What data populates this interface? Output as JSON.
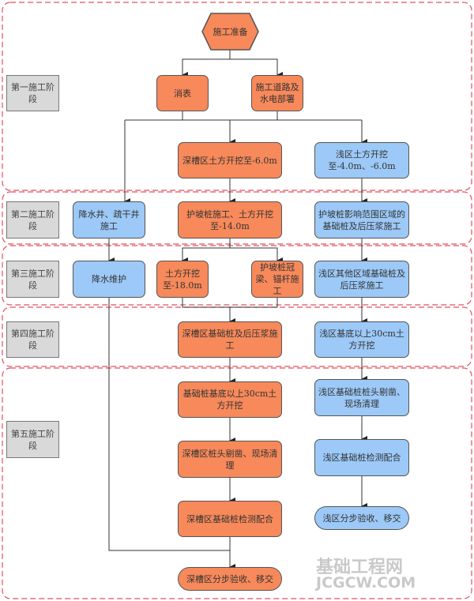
{
  "phases": [
    "第一施工阶段",
    "第二施工阶段",
    "第三施工阶段",
    "第四施工阶段",
    "第五施工阶段"
  ],
  "start": "施工准备",
  "nodes": {
    "qingbiao": "消表",
    "road": "施工道路及水电部署",
    "deep1": "深槽区土方开挖至-6.0m",
    "shallow1": "浅区土方开挖至-4.0m、-6.0m",
    "dewater_well": "降水井、疏干井施工",
    "deep2": "护坡桩施工、土方开挖至-14.0m",
    "shallow2": "护坡桩影响范围区域的基础桩及后压浆施工",
    "dewater_maint": "降水维护",
    "deep3a": "土方开挖至-18.0m",
    "deep3b": "护坡桩冠梁、锚杆施工",
    "shallow3": "浅区其他区域基础桩及后压浆施工",
    "deep4": "深槽区基础桩及后压浆施工",
    "shallow4": "浅区基底以上30cm土方开挖",
    "deep5a": "基础桩基底以上30cm土方开挖",
    "deep5b": "深槽区桩头剔凿、现场清理",
    "deep5c": "深槽区基础桩检测配合",
    "deep5d": "深槽区分步验收、移交",
    "shallow5a": "浅区基础桩桩头剔凿、现场清理",
    "shallow5b": "浅区基础桩检测配合",
    "shallow5c": "浅区分步验收、移交"
  },
  "watermark": {
    "cn": "基础工程网",
    "en": "JCGCW.COM"
  },
  "colors": {
    "deep": "#f7895a",
    "shallow": "#9cc9f7",
    "phase": "#d9d9d9",
    "region_border": "#e05060"
  }
}
